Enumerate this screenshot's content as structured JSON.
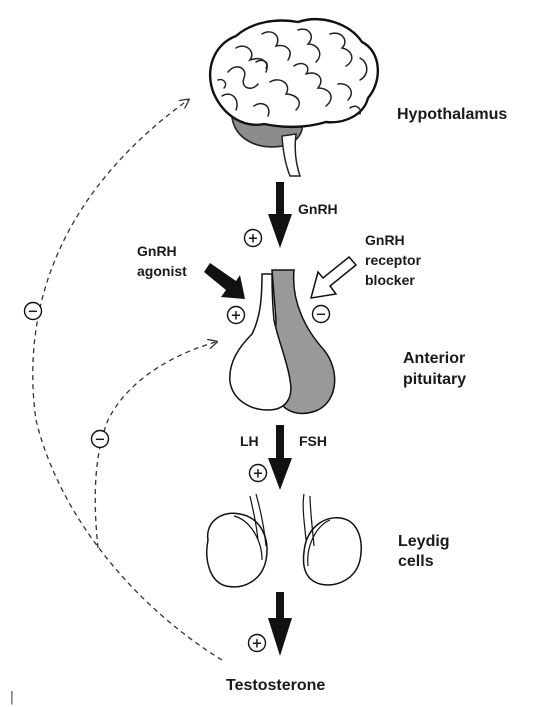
{
  "labels": {
    "hypothalamus": "Hypothalamus",
    "gnrh": "GnRH",
    "gnrh_agonist_line1": "GnRH",
    "gnrh_agonist_line2": "agonist",
    "blocker_line1": "GnRH",
    "blocker_line2": "receptor",
    "blocker_line3": "blocker",
    "anterior_pituitary_line1": "Anterior",
    "anterior_pituitary_line2": "pituitary",
    "lh": "LH",
    "fsh": "FSH",
    "leydig_line1": "Leydig",
    "leydig_line2": "cells",
    "testosterone": "Testosterone"
  },
  "signs": {
    "gnrh_stimulation": "+",
    "agonist_effect": "+",
    "blocker_effect": "−",
    "feedback_hypothalamus": "−",
    "feedback_pituitary": "−",
    "lh_fsh_stimulation": "+",
    "testosterone_production": "+"
  },
  "caret": "|",
  "colors": {
    "ink": "#111111",
    "pituitary_posterior": "#999999",
    "brainstem_shade": "#8c8c8c",
    "paper": "#ffffff"
  },
  "icons": {
    "brain": "brain-icon",
    "pituitary": "pituitary-icon",
    "testes": "testes-icon"
  }
}
